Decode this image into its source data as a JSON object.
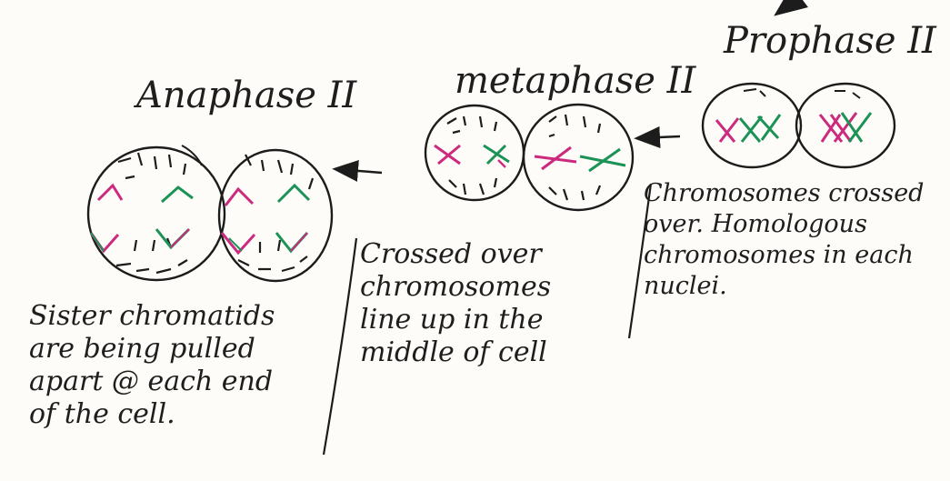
{
  "colors": {
    "ink": "#1c1c1c",
    "magenta": "#cc2a7e",
    "green": "#1c9356",
    "paper": "#fdfcf8"
  },
  "stages": {
    "anaphase": {
      "title": "Anaphase II",
      "note": [
        "Sister chromatids",
        "are being pulled",
        "apart @ each end",
        "of the cell."
      ]
    },
    "metaphase": {
      "title": "metaphase II",
      "note": [
        "Crossed over",
        "chromosomes",
        "line up in the",
        "middle of cell"
      ]
    },
    "prophase": {
      "title": "Prophase II",
      "note": [
        "Chromosomes crossed",
        "over. Homologous",
        "chromosomes in each",
        "nuclei."
      ]
    }
  }
}
